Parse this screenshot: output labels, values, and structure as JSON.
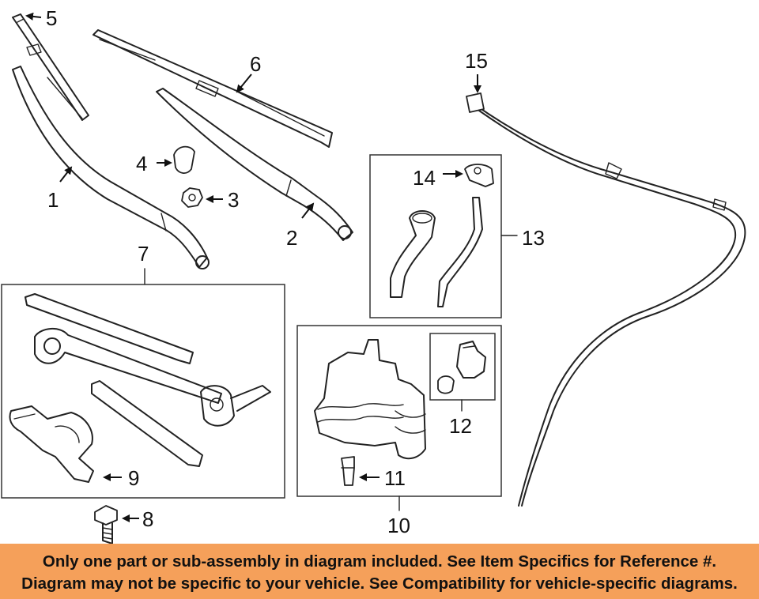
{
  "callouts": {
    "c1": "1",
    "c2": "2",
    "c3": "3",
    "c4": "4",
    "c5": "5",
    "c6": "6",
    "c7": "7",
    "c8": "8",
    "c9": "9",
    "c10": "10",
    "c11": "11",
    "c12": "12",
    "c13": "13",
    "c14": "14",
    "c15": "15"
  },
  "disclaimer": {
    "line1": "Only one part or sub-assembly in diagram included. See Item Specifics for Reference #.",
    "line2": "Diagram may not be specific to your vehicle. See Compatibility for vehicle-specific diagrams."
  },
  "colors": {
    "banner": "#f5a05a",
    "line": "#222222"
  }
}
